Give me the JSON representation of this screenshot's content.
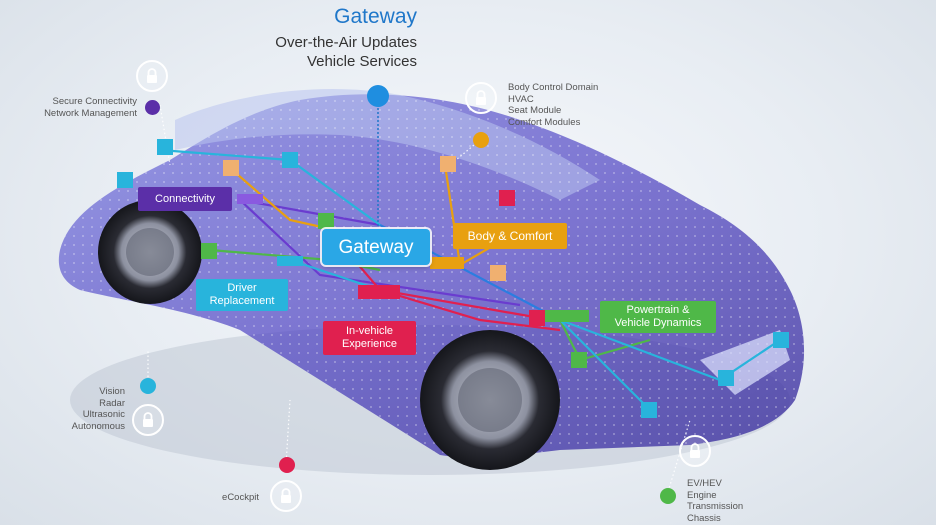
{
  "header": {
    "title": "Gateway",
    "subtitle_lines": [
      "Over-the-Air Updates",
      "Vehicle Services"
    ]
  },
  "domains": {
    "connectivity": {
      "label": "Connectivity",
      "color": "#5b2fa8",
      "features": [
        "Secure Connectivity",
        "Network Management"
      ]
    },
    "gateway": {
      "label": "Gateway",
      "color": "#2aa7e6"
    },
    "body_comfort": {
      "label": "Body & Comfort",
      "color": "#e8a010",
      "features": [
        "Body Control Domain",
        "HVAC",
        "Seat Module",
        "Comfort Modules"
      ]
    },
    "driver_replacement": {
      "label_lines": [
        "Driver",
        "Replacement"
      ],
      "color": "#28b4dc",
      "features": [
        "Vision",
        "Radar",
        "Ultrasonic",
        "Autonomous"
      ]
    },
    "in_vehicle": {
      "label_lines": [
        "In-vehicle",
        "Experience"
      ],
      "color": "#e0204f",
      "features": [
        "eCockpit"
      ]
    },
    "powertrain": {
      "label_lines": [
        "Powertrain &",
        "Vehicle Dynamics"
      ],
      "color": "#4fb848",
      "features": [
        "EV/HEV",
        "Engine",
        "Transmission",
        "Chassis"
      ]
    }
  },
  "icons": [
    "lock-icon",
    "car-illustration"
  ]
}
